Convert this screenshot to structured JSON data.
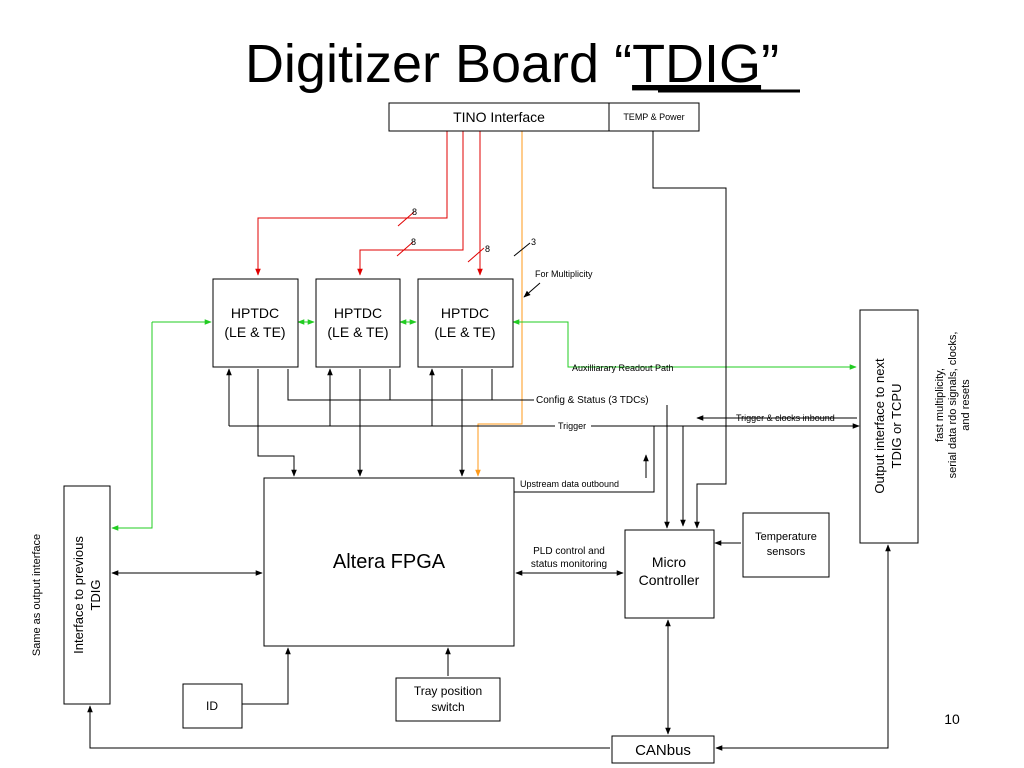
{
  "title": {
    "main": "Digitizer Board “",
    "underlined": "TDIG",
    "close": "”"
  },
  "blocks": {
    "tino_interface": "TINO Interface",
    "temp_power": "TEMP & Power",
    "hptdc_name": "HPTDC",
    "hptdc_sub": "(LE & TE)",
    "fpga": "Altera FPGA",
    "micro_line1": "Micro",
    "micro_line2": "Controller",
    "temp_sensors_line1": "Temperature",
    "temp_sensors_line2": "sensors",
    "output_line1": "Output interface to next",
    "output_line2": "TDIG or TCPU",
    "input_line1": "Interface to previous",
    "input_line2": "TDIG",
    "id": "ID",
    "tray_line1": "Tray position",
    "tray_line2": "switch",
    "canbus": "CANbus"
  },
  "labels": {
    "bus_8_a": "8",
    "bus_8_b": "8",
    "bus_8_c": "8",
    "bus_3": "3",
    "for_multiplicity": "For Multiplicity",
    "aux_readout": "Auxilliarary Readout Path",
    "config_status": "Config & Status (3 TDCs)",
    "trigger_clocks": "Trigger & clocks inbound",
    "trigger": "Trigger",
    "upstream": "Upstream data outbound",
    "pld_line1": "PLD control and",
    "pld_line2": "status monitoring",
    "same_as_output": "Same as output interface",
    "side_line1": "fast multiplicity,",
    "side_line2": "serial data rdo signals, clocks,",
    "side_line3": "and resets"
  },
  "page_number": "10",
  "colors": {
    "data_bus": "#e00000",
    "readout_path": "#22cc22",
    "multiplicity": "#ff9a1a",
    "control": "#000000"
  }
}
